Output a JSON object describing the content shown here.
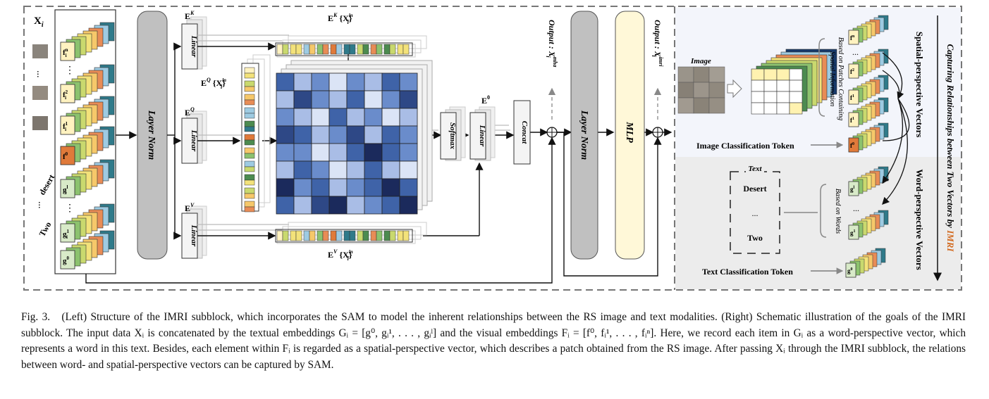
{
  "figure": {
    "left": {
      "input_label": "X",
      "input_sub": "i",
      "word_desert": "desert",
      "word_two": "Two",
      "dots": "...",
      "token_f_n": "f",
      "token_f_n_sup": "n",
      "token_f_n_sub": "i",
      "token_f_2": "f",
      "token_f_2_sup": "2",
      "token_f_2_sub": "i",
      "token_f_1": "f",
      "token_f_1_sup": "1",
      "token_f_1_sub": "i",
      "token_f_0": "f",
      "token_f_0_sup": "0",
      "token_g_l": "g",
      "token_g_l_sup": "l",
      "token_g_l_sub": "i",
      "token_g_1": "g",
      "token_g_1_sup": "1",
      "token_g_1_sub": "i",
      "token_g_0": "g",
      "token_g_0_sup": "0",
      "layer_norm": "Layer Norm",
      "linear": "Linear",
      "ek": "E",
      "ek_sup": "K",
      "eq": "E",
      "eq_sup": "Q",
      "ev": "E",
      "ev_sup": "V",
      "ek_x": "E",
      "ek_x_sup": "K",
      "ek_x_x": "X",
      "ek_x_sup2": "ln",
      "ek_x_sub": "i",
      "eq_x": "E",
      "eq_x_sup": "Q",
      "eq_x_x": "X",
      "eq_x_sup2": "ln",
      "eq_x_sub": "i",
      "ev_x": "E",
      "ev_x_sup": "V",
      "ev_x_x": "X",
      "ev_x_sup2": "ln",
      "ev_x_sub": "i",
      "softmax": "Softmax",
      "e0": "E",
      "e0_sup": "0",
      "concat": "Concat",
      "output_mha": "Output",
      "output_mha_x": "X",
      "output_mha_sup": "mha",
      "output_mha_sub": "i",
      "mlp": "MLP",
      "output_imri": "Output",
      "output_imri_x": "X",
      "output_imri_sup": "imri",
      "output_imri_sub": "i"
    },
    "right": {
      "image_label": "Image",
      "patch_note_1": "Based on Patches Containing",
      "patch_note_2": "Spatial Information",
      "img_cls": "Image Classification Token",
      "text_label": "Text",
      "text_w1": "Desert",
      "text_w2": "...",
      "text_w3": "Two",
      "word_note": "Based on Words",
      "txt_cls": "Text Classification Token",
      "spatial_vec": "Spatial-perspective Vectors",
      "word_vec": "Word-perspective Vectors",
      "capturing": "Capturing Relationships between Two Vectors by ",
      "capturing_imri": "IMRI"
    },
    "colors": {
      "heat_dark": "#1b2a5c",
      "heat_mid": "#3f63a8",
      "heat_light": "#a9bde6",
      "imri_orange": "#d2691e",
      "mlp_fill": "#fff8d8",
      "norm_fill": "#c0c0c0",
      "right_bg": "#ececec"
    }
  },
  "caption": {
    "fig_num": "Fig. 3.",
    "text": "(Left) Structure of the IMRI subblock, which incorporates the SAM to model the inherent relationships between the RS image and text modalities. (Right) Schematic illustration of the goals of the IMRI subblock. The input data Xᵢ is concatenated by the textual embeddings Gᵢ = [g⁰, gᵢ¹, . . . , gᵢˡ] and the visual embeddings Fᵢ = [f⁰, fᵢ¹, . . . , fᵢⁿ]. Here, we record each item in Gᵢ as a word-perspective vector, which represents a word in this text. Besides, each element within Fᵢ is regarded as a spatial-perspective vector, which describes a patch obtained from the RS image. After passing Xᵢ through the IMRI subblock, the relations between word- and spatial-perspective vectors can be captured by SAM."
  }
}
